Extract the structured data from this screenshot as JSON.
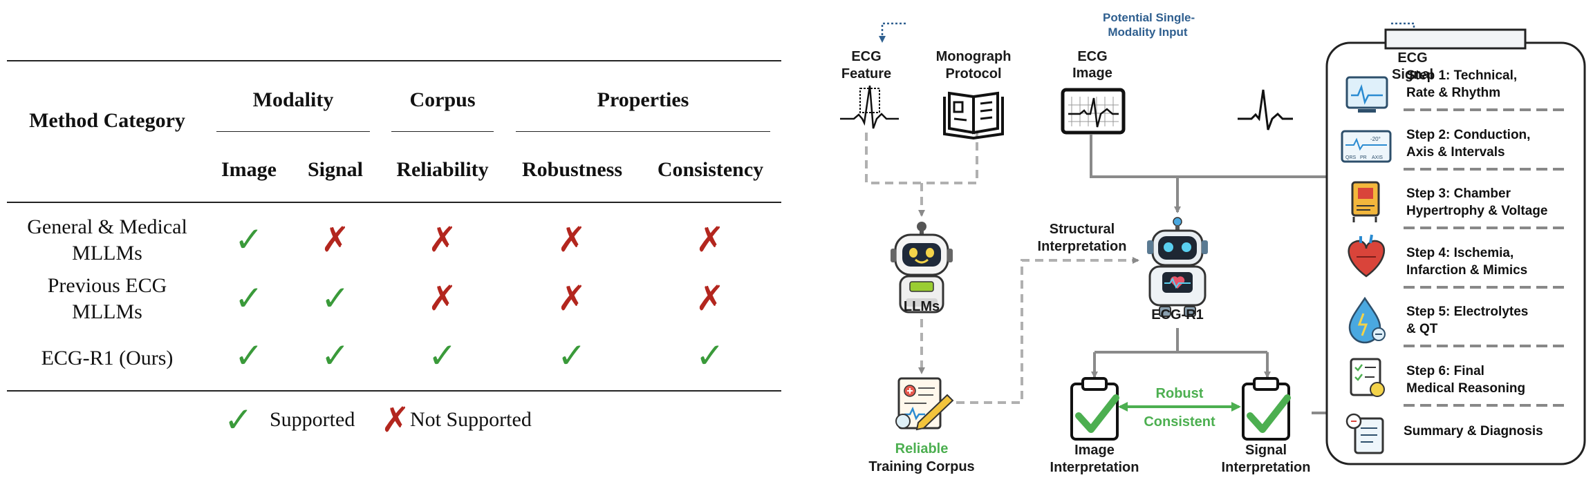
{
  "table": {
    "method_header": "Method Category",
    "groups": [
      "Modality",
      "Corpus",
      "Properties"
    ],
    "columns": [
      "Image",
      "Signal",
      "Reliability",
      "Robustness",
      "Consistency"
    ],
    "rows": [
      {
        "line1": "General & Medical",
        "line2": "MLLMs",
        "marks": [
          "check",
          "cross",
          "cross",
          "cross",
          "cross"
        ]
      },
      {
        "line1": "Previous ECG",
        "line2": "MLLMs",
        "marks": [
          "check",
          "check",
          "cross",
          "cross",
          "cross"
        ]
      },
      {
        "line1": "ECG-R1 (Ours)",
        "line2": "",
        "marks": [
          "check",
          "check",
          "check",
          "check",
          "check"
        ]
      }
    ],
    "symbols": {
      "check": "✓",
      "cross": "✗"
    },
    "legend": {
      "supported": "Supported",
      "not_supported": "Not Supported"
    },
    "colors": {
      "check": "#3a9a3a",
      "cross": "#b3261e"
    }
  },
  "diagram": {
    "ecg_feature": [
      "ECG",
      "Feature"
    ],
    "monograph": [
      "Monograph",
      "Protocol"
    ],
    "ecg_image": [
      "ECG",
      "Image"
    ],
    "ecg_signal": [
      "ECG",
      "Signal"
    ],
    "potential_input": [
      "Potential Single-",
      "Modality Input"
    ],
    "llms": "LLMs",
    "structural": [
      "Structural",
      "Interpretation"
    ],
    "ecgr1": "ECG-R1",
    "reliable": "Reliable",
    "training_corpus": "Training Corpus",
    "robust": "Robust",
    "consistent": "Consistent",
    "image_interp": [
      "Image",
      "Interpretation"
    ],
    "signal_interp": [
      "Signal",
      "Interpretation"
    ],
    "steps": [
      [
        "Step 1: Technical,",
        "Rate & Rhythm"
      ],
      [
        "Step 2: Conduction,",
        "Axis & Intervals"
      ],
      [
        "Step 3: Chamber",
        "Hypertrophy & Voltage"
      ],
      [
        "Step 4: Ischemia,",
        "Infarction & Mimics"
      ],
      [
        "Step 5: Electrolytes",
        "& QT"
      ],
      [
        "Step 6: Final",
        "Medical Reasoning"
      ],
      [
        "Summary & Diagnosis"
      ]
    ],
    "step_icons": [
      "monitor-icon",
      "ecg-strip-icon",
      "chamber-icon",
      "heart-icon",
      "electrolyte-drop-icon",
      "reasoning-clipboard-icon",
      "diagnosis-report-icon"
    ],
    "device_marks": [
      "QRS",
      "PR",
      "AXIS"
    ],
    "axis_readout": "-20°",
    "colors": {
      "green": "#4caf50",
      "blue": "#2f5f8f",
      "gray_line": "#8a8a8a"
    }
  }
}
